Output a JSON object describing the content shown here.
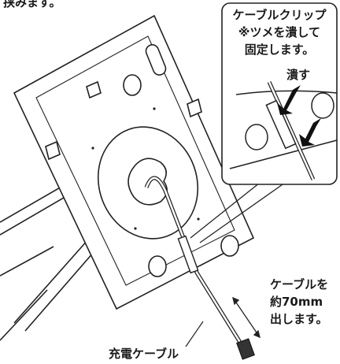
{
  "header_fragment": "挟みます。",
  "callout": {
    "line1": "ケーブルクリップ",
    "line2": "※ツメを潰して",
    "line3": "固定します。",
    "pinch": "潰す"
  },
  "extend_note": {
    "line1": "ケーブルを",
    "line2": "約70mm",
    "line3": "出します。"
  },
  "cable_label": "充電ケーブル"
}
